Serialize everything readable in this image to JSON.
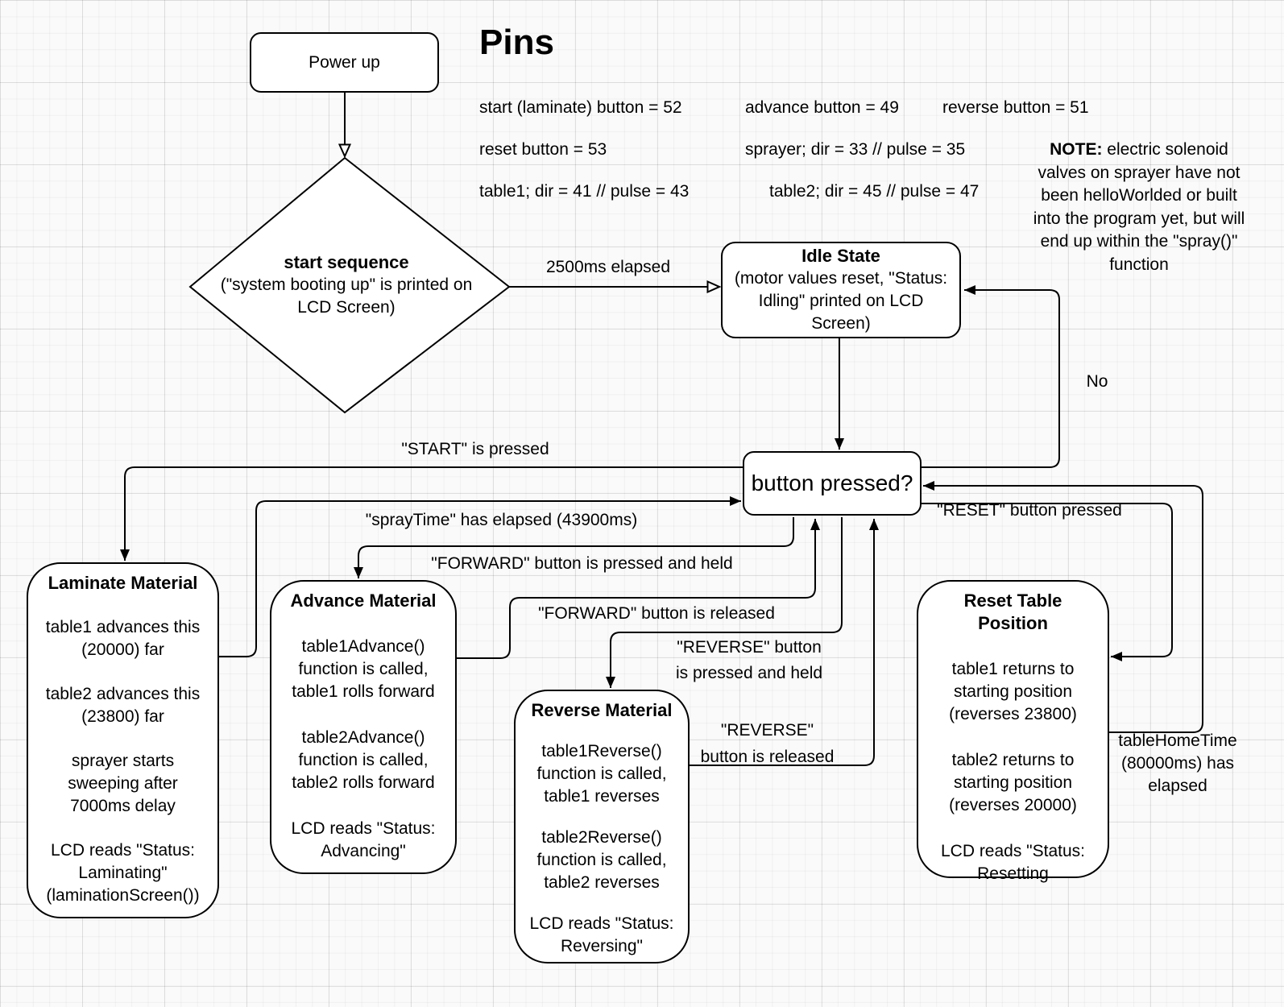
{
  "title": "Pins",
  "pins": {
    "start": "start (laminate) button = 52",
    "advance": "advance button = 49",
    "reverse": "reverse button = 51",
    "reset": "reset button = 53",
    "sprayer": "sprayer; dir = 33 // pulse = 35",
    "table1": "table1; dir = 41 // pulse = 43",
    "table2": "table2; dir = 45 // pulse = 47"
  },
  "note": {
    "prefix": "NOTE:",
    "body": " electric solenoid valves on sprayer have not been helloWorlded or built into the program yet, but will end up within the \"spray()\" function"
  },
  "nodes": {
    "power_up": {
      "label": "Power up"
    },
    "start_sequence": {
      "title": "start sequence",
      "body": "(\"system booting up\" is printed on LCD Screen)"
    },
    "idle": {
      "title": "Idle State",
      "body": "(motor values reset, \"Status: Idling\" printed on LCD Screen)"
    },
    "button_pressed": {
      "label": "button pressed?"
    },
    "laminate": {
      "title": "Laminate Material",
      "lines": [
        "table1 advances this (20000) far",
        "table2 advances this (23800) far",
        "sprayer starts sweeping after 7000ms delay",
        "LCD reads \"Status: Laminating\" (laminationScreen())"
      ]
    },
    "advance": {
      "title": "Advance Material",
      "lines": [
        "table1Advance() function is called, table1 rolls forward",
        "table2Advance() function is called, table2 rolls forward",
        "LCD reads \"Status: Advancing\""
      ]
    },
    "reverse": {
      "title": "Reverse Material",
      "lines": [
        "table1Reverse() function is called, table1 reverses",
        "table2Reverse() function is called, table2 reverses",
        "LCD reads \"Status: Reversing\""
      ]
    },
    "reset": {
      "title": "Reset Table Position",
      "lines": [
        "table1 returns to starting position (reverses 23800)",
        "table2 returns to starting position (reverses 20000)",
        "LCD reads \"Status: Resetting"
      ]
    }
  },
  "edges": {
    "elapsed2500": "2500ms elapsed",
    "no": "No",
    "start_pressed": "\"START\" is pressed",
    "spraytime": "\"sprayTime\" has elapsed (43900ms)",
    "forward_pressed": "\"FORWARD\" button is pressed and held",
    "forward_released": "\"FORWARD\" button is released",
    "reverse_pressed": "\"REVERSE\" button\nis pressed and held",
    "reverse_released": "\"REVERSE\"\nbutton is released",
    "reset_pressed": "\"RESET\" button pressed",
    "tablehome": "tableHomeTime\n(80000ms) has\nelapsed"
  }
}
